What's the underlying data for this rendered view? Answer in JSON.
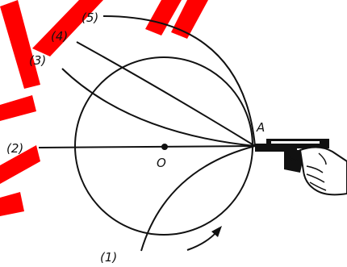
{
  "diagram": {
    "center_label": "O",
    "point_label": "A",
    "path_labels": [
      "(1)",
      "(2)",
      "(3)",
      "(4)",
      "(5)"
    ]
  },
  "colors": {
    "ink": "#111111",
    "watermark": "#ff0000",
    "background": "#ffffff"
  }
}
